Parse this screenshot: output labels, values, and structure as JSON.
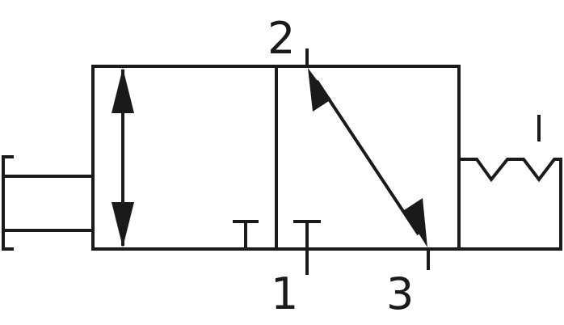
{
  "diagram": {
    "type": "pneumatic 3/2 valve symbol",
    "ports": [
      {
        "label": "2"
      },
      {
        "label": "1"
      },
      {
        "label": "3"
      }
    ],
    "line_color": "#1a1a1a"
  }
}
